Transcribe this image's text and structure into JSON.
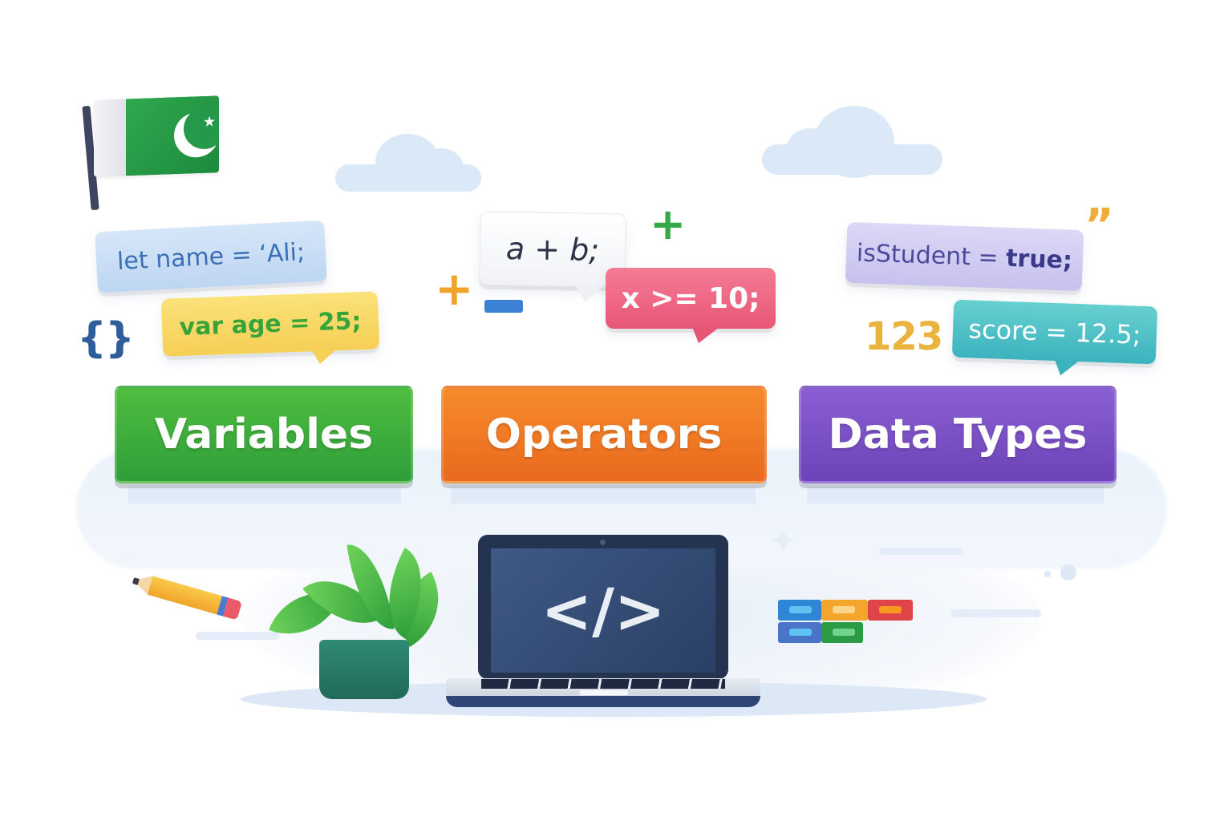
{
  "illustration": {
    "theme": "programming basics",
    "flag": {
      "country_symbol": "crescent-and-star",
      "green": "#1d8a3c",
      "white": "#f3f4f7"
    },
    "code_snippets": [
      {
        "id": "let",
        "text": "let name = ‘Ali;",
        "bg": "#c8ddf5",
        "color": "#3a6fb5"
      },
      {
        "id": "age",
        "text": "var age = 25;",
        "bg": "#f8d865",
        "color": "#37a43a"
      },
      {
        "id": "ab",
        "text": "a + b;",
        "bg": "#f6f7fa",
        "color": "#2e3448"
      },
      {
        "id": "x",
        "text": "x >= 10;",
        "bg": "#ec6683",
        "color": "#ffffff"
      },
      {
        "id": "student_var",
        "text": "isStudent = ",
        "bg": "#d2cdf2",
        "color": "#4a4a9a"
      },
      {
        "id": "student_val",
        "text": "true;"
      },
      {
        "id": "score",
        "text": "score = 12.5;",
        "bg": "#4fc2c7",
        "color": "#ffffff"
      }
    ],
    "symbols": {
      "braces": "{}",
      "plus": "+",
      "quote": "”",
      "number": "123"
    },
    "categories": [
      {
        "label": "Variables",
        "color": "#3aab3c"
      },
      {
        "label": "Operators",
        "color": "#ef7a25"
      },
      {
        "label": "Data Types",
        "color": "#7b52c6"
      }
    ],
    "laptop": {
      "screen_symbol": "</>"
    }
  }
}
